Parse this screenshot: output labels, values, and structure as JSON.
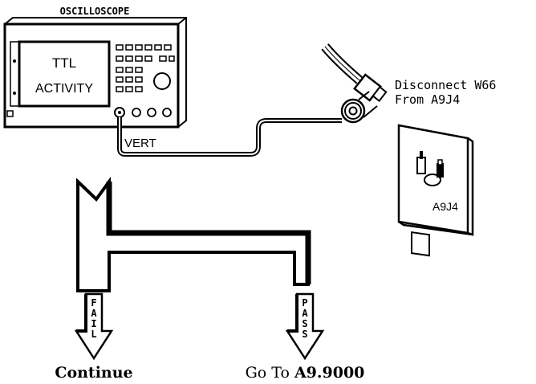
{
  "oscilloscope": {
    "title": "OSCILLOSCOPE",
    "screen_line1": "TTL",
    "screen_line2": "ACTIVITY",
    "input_label": "VERT"
  },
  "callout": {
    "line1": "Disconnect  W66",
    "line2": "From  A9J4"
  },
  "connector_label": "A9J4",
  "fail_branch": {
    "arrow_text": [
      "F",
      "A",
      "I",
      "L"
    ],
    "action": "Continue"
  },
  "pass_branch": {
    "arrow_text": [
      "P",
      "A",
      "S",
      "S"
    ],
    "action_prefix": "Go To",
    "action_target": "A9.9000"
  }
}
